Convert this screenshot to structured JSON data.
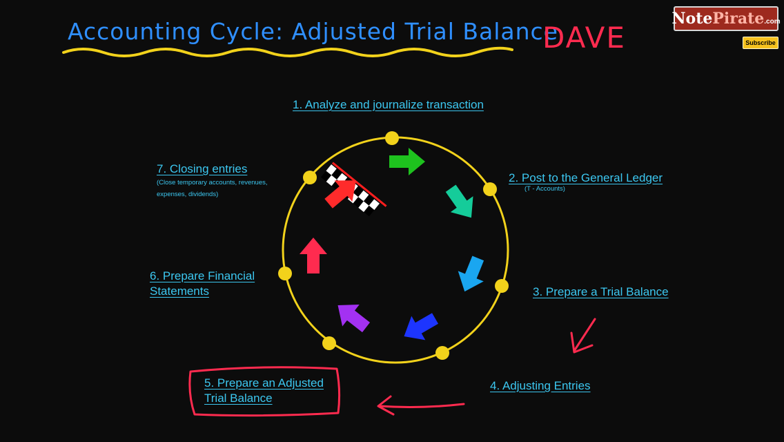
{
  "title": "Accounting Cycle: Adjusted Trial Balance",
  "author": "DAVE",
  "logo": {
    "word1": "Note",
    "word2": "Pirate",
    "word3": ".com"
  },
  "subscribe_label": "Subscribe",
  "steps": [
    {
      "label": "1.  Analyze and journalize transaction"
    },
    {
      "label": "2.  Post to the General Ledger",
      "note": "(T - Accounts)"
    },
    {
      "label": "3.  Prepare a Trial Balance"
    },
    {
      "label": "4.  Adjusting Entries"
    },
    {
      "label_line1": "5.  Prepare an Adjusted",
      "label_line2": "Trial Balance"
    },
    {
      "label_line1": "6.  Prepare Financial",
      "label_line2": "Statements"
    },
    {
      "label": "7.  Closing entries",
      "note_line1": "(Close temporary accounts, revenues,",
      "note_line2": "expenses, dividends)"
    }
  ],
  "colors": {
    "circle": "#f2d21b",
    "step_text": "#3cc7f0",
    "title": "#2f8fff",
    "author": "#ff2b4f",
    "highlight": "#ff2b4f",
    "arrows": [
      "#1ec21e",
      "#15cc9a",
      "#1aa6f0",
      "#1d35ff",
      "#a331f2",
      "#ff2b4f",
      "#ff2b2b"
    ]
  },
  "icons": [
    "finish-flag-icon",
    "cycle-arrow-icon",
    "hand-drawn-arrow-icon"
  ]
}
